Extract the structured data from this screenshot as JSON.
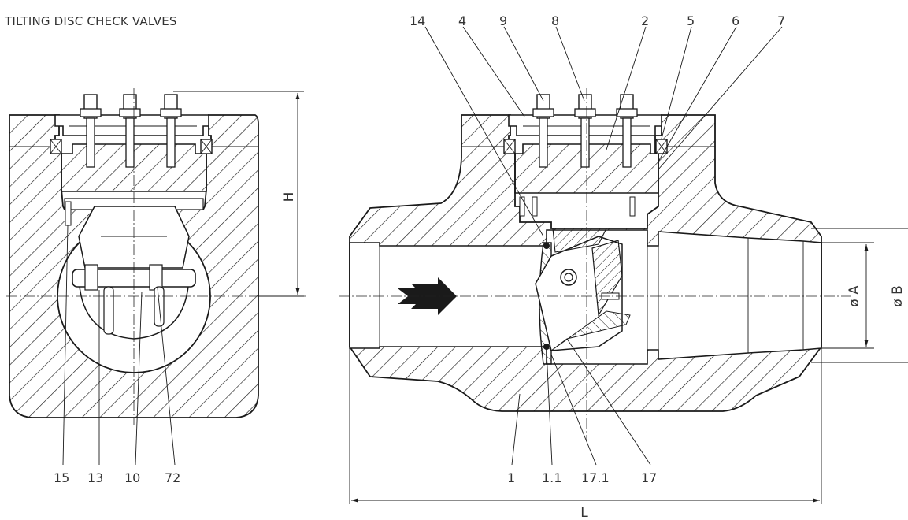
{
  "title": "TILTING DISC CHECK VALVES",
  "colors": {
    "line": "#1a1a1a",
    "text": "#333333",
    "background": "#ffffff"
  },
  "side_view_labels": [
    "15",
    "13",
    "10",
    "72"
  ],
  "section_view_top_labels": [
    "14",
    "4",
    "9",
    "8",
    "2",
    "5",
    "6",
    "7"
  ],
  "section_view_bottom_labels": [
    "1",
    "1.1",
    "17.1",
    "17"
  ],
  "dimensions": {
    "height": "H",
    "inner_diameter": "ø A",
    "outer_diameter": "ø B",
    "length": "L"
  }
}
